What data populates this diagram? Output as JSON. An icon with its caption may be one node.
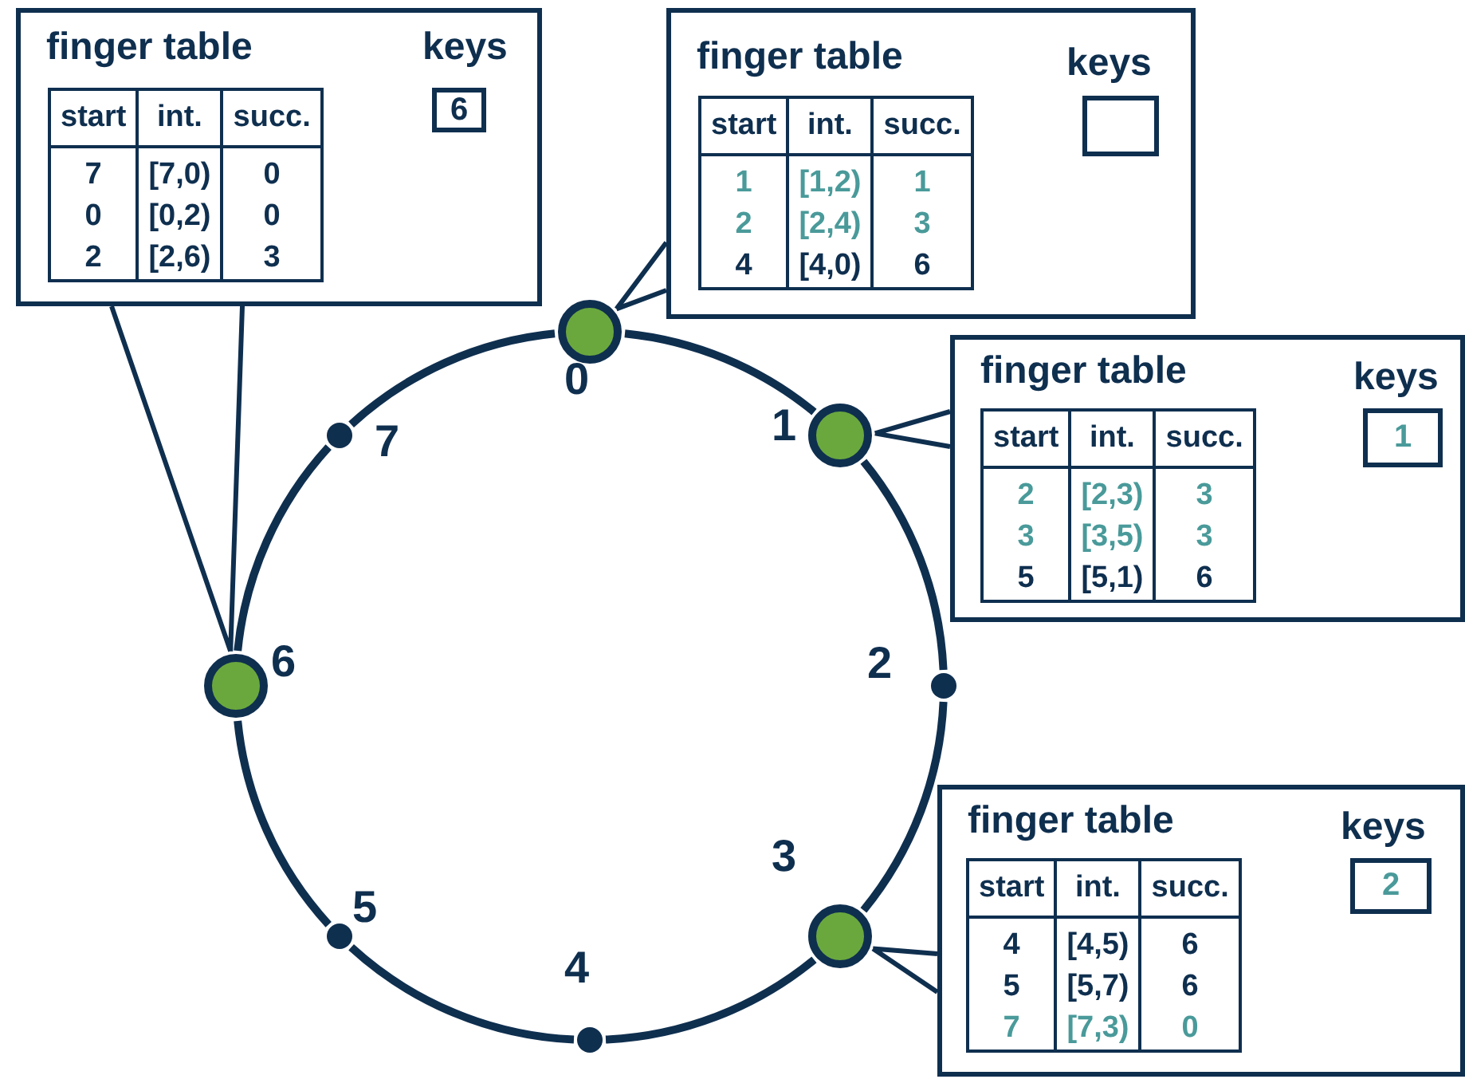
{
  "diagram": {
    "nodes": [
      {
        "text": [
          "finger table",
          "keys"
        ]
      },
      {
        "text": [
          "start",
          "int.",
          "succ.",
          "7",
          "[7,0)",
          "0",
          "0",
          "[0,2)",
          "0",
          "2",
          "[2,6)",
          "3"
        ],
        "in": 0
      },
      {
        "text": [
          "6"
        ],
        "in": 0
      },
      {
        "text": [
          "finger table",
          "keys"
        ]
      },
      {
        "text": [
          "start",
          "int.",
          "succ.",
          "1",
          "[1,2)",
          "1",
          "2",
          "[2,4)",
          "3",
          "4",
          "[4,0)",
          "6"
        ],
        "in": 3
      },
      {
        "text": [],
        "shape": "box",
        "in": 3
      },
      {
        "text": [
          "0"
        ]
      },
      {
        "text": [
          "finger table",
          "keys"
        ]
      },
      {
        "text": [
          "start",
          "int.",
          "succ.",
          "2",
          "[2,3)",
          "3",
          "3",
          "[3,5)",
          "3",
          "5",
          "[5,1)",
          "6"
        ],
        "in": 7
      },
      {
        "text": [
          "1"
        ],
        "in": 7
      },
      {
        "text": [
          "7"
        ]
      },
      {
        "text": [
          "1"
        ]
      },
      {
        "text": [
          "6"
        ]
      },
      {
        "text": [
          "2"
        ]
      },
      {
        "text": [
          "finger table",
          "keys"
        ]
      },
      {
        "text": [
          "start",
          "int.",
          "succ.",
          "4",
          "[4,5)",
          "6",
          "5",
          "[5,7)",
          "6",
          "7",
          "[7,3)",
          "0"
        ],
        "in": 14
      },
      {
        "text": [
          "2"
        ],
        "in": 14
      },
      {
        "text": [
          "5"
        ]
      },
      {
        "text": [
          "3"
        ]
      },
      {
        "text": [
          "4"
        ]
      }
    ],
    "edges": [
      {
        "from": 6,
        "to": 11,
        "arrow": "none"
      },
      {
        "from": 11,
        "to": 13,
        "arrow": "none"
      },
      {
        "from": 13,
        "to": 18,
        "arrow": "none"
      },
      {
        "from": 18,
        "to": 19,
        "arrow": "none"
      },
      {
        "from": 19,
        "to": 17,
        "arrow": "none"
      },
      {
        "from": 17,
        "to": 12,
        "arrow": "none"
      },
      {
        "from": 12,
        "to": 10,
        "arrow": "none"
      },
      {
        "from": 10,
        "to": 6,
        "arrow": "none"
      },
      {
        "from": 0,
        "to": 12,
        "arrow": "none"
      },
      {
        "from": 3,
        "to": 6,
        "arrow": "none"
      },
      {
        "from": 7,
        "to": 11,
        "arrow": "none"
      },
      {
        "from": 14,
        "to": 18,
        "arrow": "none"
      }
    ]
  }
}
